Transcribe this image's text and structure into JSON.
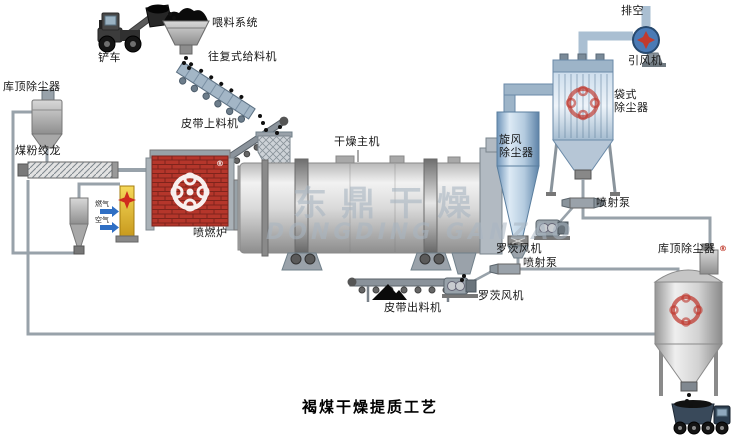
{
  "diagram_title": "褐煤干燥提质工艺",
  "watermark": {
    "cn": "东鼎干燥",
    "en": "DONGDING GANZAO"
  },
  "marks": {
    "registered": "®"
  },
  "labels": {
    "loader": "铲车",
    "feeding_system": "喂料系统",
    "reciprocating_feeder": "往复式给料机",
    "belt_loader": "皮带上料机",
    "silo_top_dust_collector_left": "库顶除尘器",
    "coal_auger": "煤粉绞龙",
    "gas_inlet": "燃气",
    "air_inlet": "空气",
    "combustion_furnace": "喷燃炉",
    "main_dryer": "干燥主机",
    "belt_discharger": "皮带出料机",
    "cyclone_dust_collector": "旋风\n除尘器",
    "bag_dust_collector": "袋式\n除尘器",
    "induced_draft_fan": "引风机",
    "vent": "排空",
    "jet_pump_upper": "喷射泵",
    "jet_pump_lower": "喷射泵",
    "roots_blower_upper": "罗茨风机",
    "roots_blower_lower": "罗茨风机",
    "silo_top_dust_collector_right": "库顶除尘器"
  }
}
